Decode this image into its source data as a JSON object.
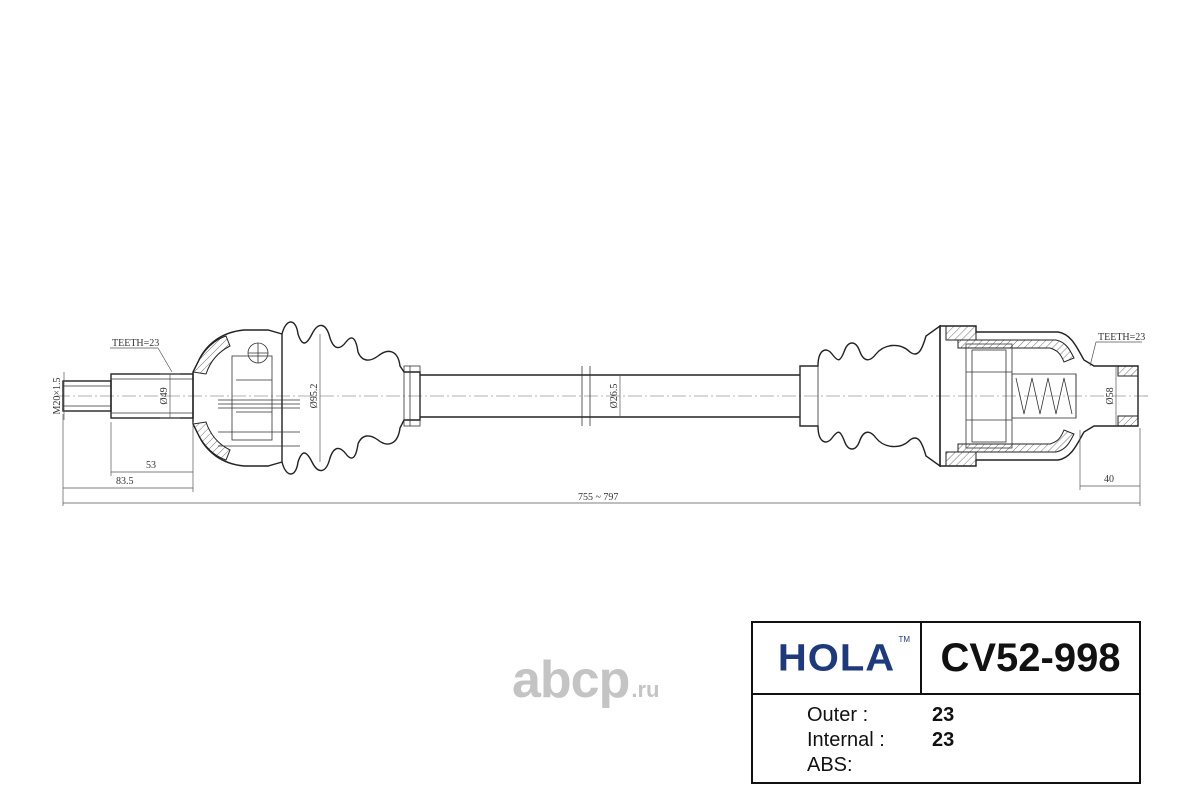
{
  "drawing": {
    "outer_teeth_label": "TEETH=23",
    "inner_teeth_label": "TEETH=23",
    "thread_label": "M20×1.5",
    "dim_outer_spline_diameter": "Ø49",
    "dim_boot_diameter": "Ø95.2",
    "dim_shaft_diameter": "Ø26.5",
    "dim_inner_spline_diameter": "Ø58",
    "dim_spline_length": "53",
    "dim_outer_stub_length": "83.5",
    "dim_total_length": "755 ~ 797",
    "dim_inner_stub_length": "40"
  },
  "watermark": {
    "text": "abcp",
    "suffix": ".ru"
  },
  "info_box": {
    "brand": "HOLA",
    "brand_tm": "TM",
    "part_number": "CV52-998",
    "specs": [
      {
        "label": "Outer :",
        "value": "23"
      },
      {
        "label": "Internal :",
        "value": "23"
      },
      {
        "label": "ABS:",
        "value": ""
      }
    ]
  }
}
